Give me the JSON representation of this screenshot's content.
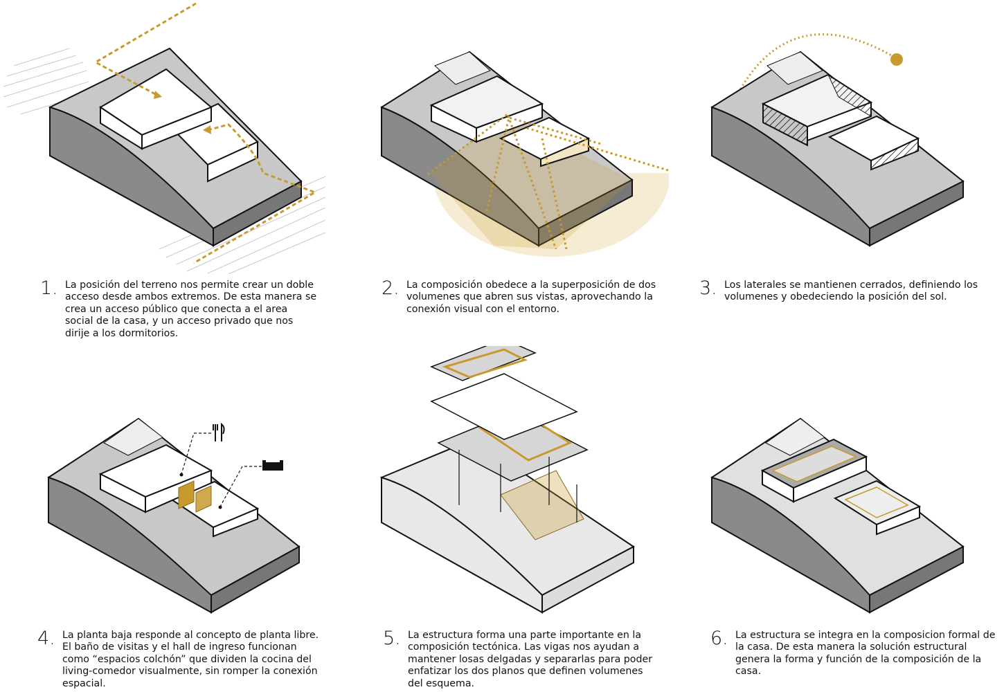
{
  "colors": {
    "accent": "#c89a2e",
    "terrain_top": "#c8c8c8",
    "terrain_side": "#8a8a8a",
    "terrain_light": "#e8e8e8",
    "stroke": "#111111",
    "volume": "#ffffff"
  },
  "icons": {
    "dining": "fork-knife-icon",
    "living": "sofa-icon"
  },
  "panels": [
    {
      "number": "1.",
      "text": "La posición del terreno nos permite crear un doble acceso desde ambos extremos. De esta manera se crea un acceso público que conecta a el area social de la casa, y un acceso privado que nos dirije a los dormitorios."
    },
    {
      "number": "2.",
      "text": "La composición obedece a la superposición de dos volumenes que abren sus vistas, aprovechando la conexión visual con el entorno."
    },
    {
      "number": "3.",
      "text": "Los laterales se mantienen cerrados, definiendo los volumenes y obedeciendo la posición del sol."
    },
    {
      "number": "4.",
      "text": "La planta baja responde al concepto de planta libre. El baño de visitas y el hall de ingreso funcionan como  “espacios colchón” que dividen la cocina del living-comedor visualmente, sin romper la conexión espacial."
    },
    {
      "number": "5.",
      "text": "La estructura forma una parte importante en la composición tectónica. Las vigas nos ayudan a mantener losas delgadas y separarlas para poder enfatizar los dos planos que definen volumenes del esquema."
    },
    {
      "number": "6.",
      "text": "La estructura se integra en la composicion formal de la casa. De esta manera la solución estructural genera la forma y función de la composición de la casa."
    }
  ]
}
